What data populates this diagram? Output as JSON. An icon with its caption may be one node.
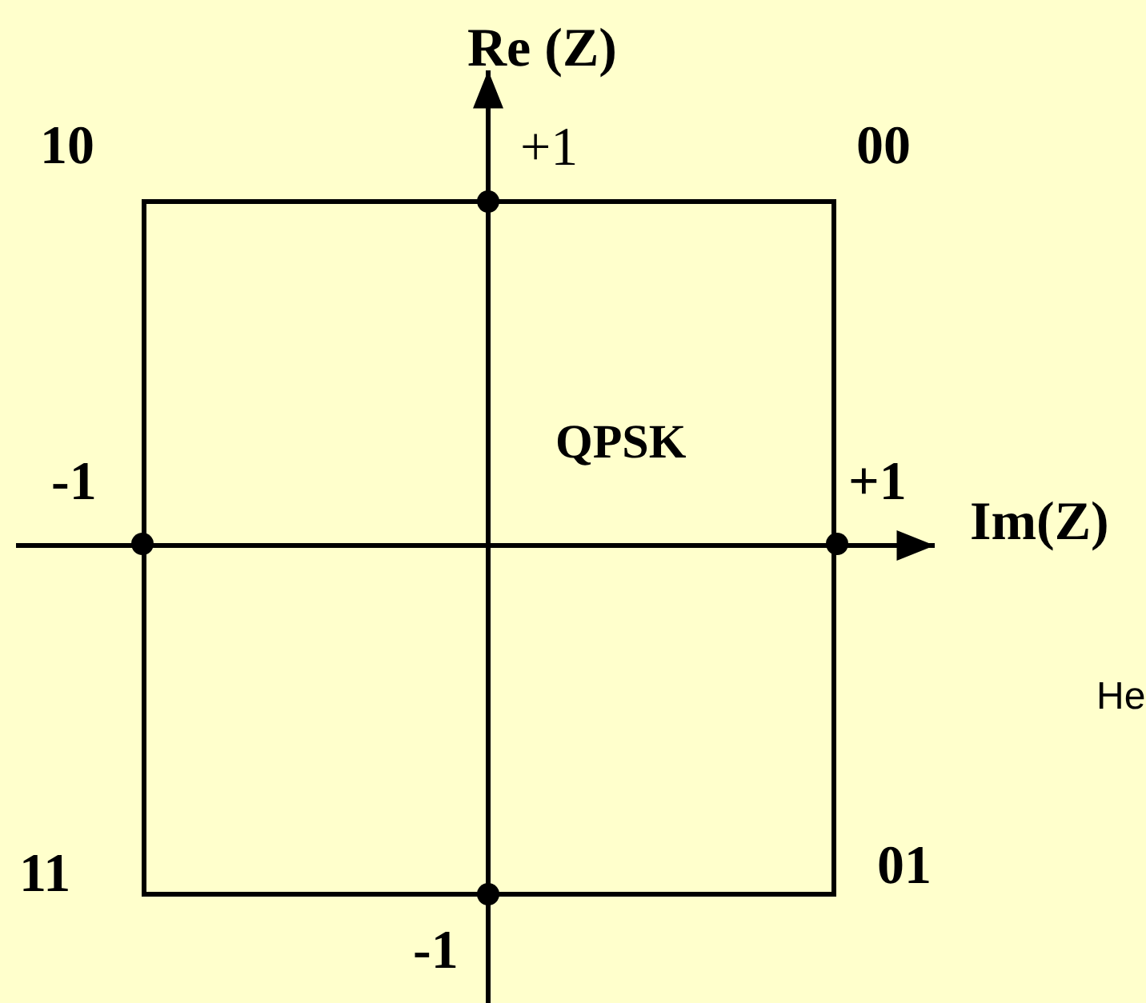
{
  "diagram": {
    "labels": [
      "Re (Z)",
      "10",
      "+1",
      "00",
      "QPSK",
      "-1",
      "+1",
      "Im(Z)",
      "He",
      "11",
      "01",
      "-1"
    ]
  }
}
